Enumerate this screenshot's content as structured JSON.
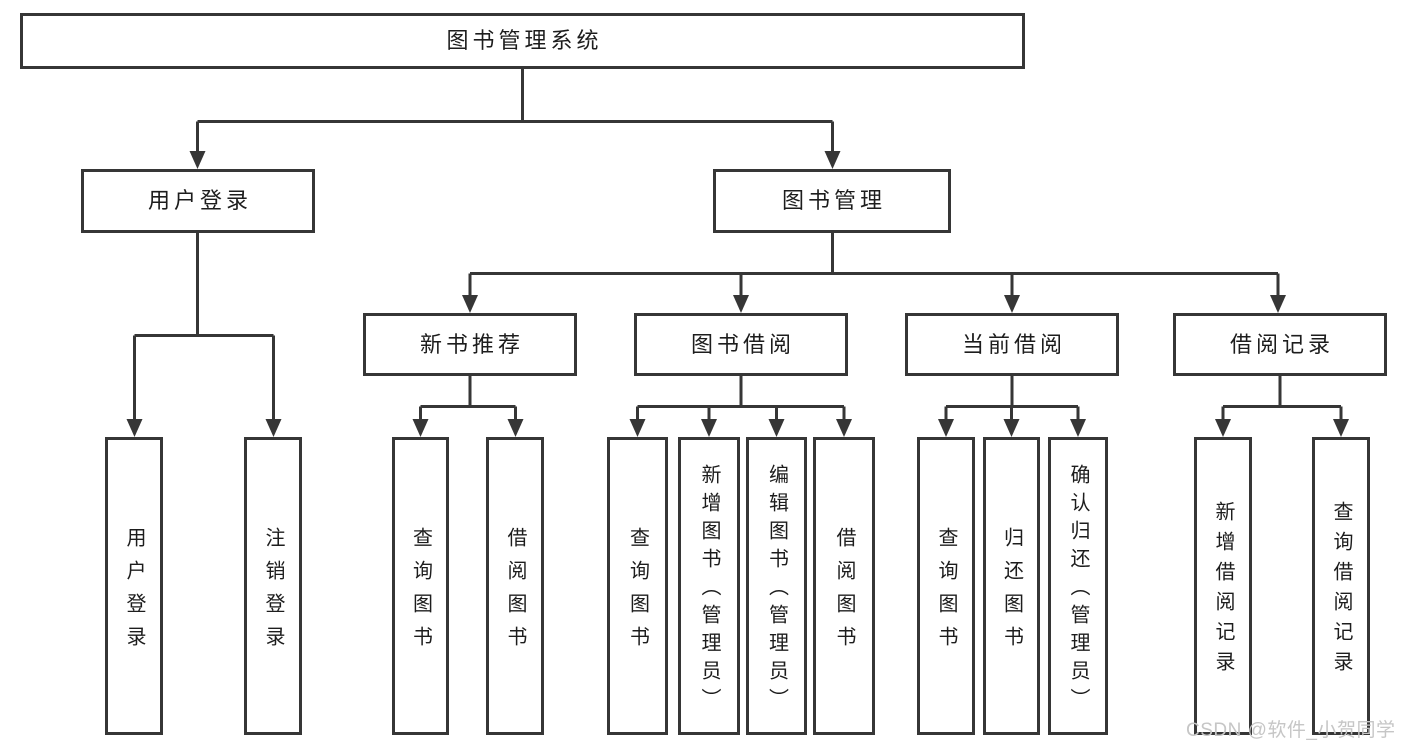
{
  "diagram": {
    "root": {
      "label": "图书管理系统"
    },
    "branches": [
      {
        "label": "用户登录",
        "leaves": [
          {
            "label": "用户登录"
          },
          {
            "label": "注销登录"
          }
        ]
      },
      {
        "label": "图书管理",
        "sections": [
          {
            "label": "新书推荐",
            "leaves": [
              {
                "label": "查询图书"
              },
              {
                "label": "借阅图书"
              }
            ]
          },
          {
            "label": "图书借阅",
            "leaves": [
              {
                "label": "查询图书"
              },
              {
                "label": "新增图书（管理员）"
              },
              {
                "label": "编辑图书（管理员）"
              },
              {
                "label": "借阅图书"
              }
            ]
          },
          {
            "label": "当前借阅",
            "leaves": [
              {
                "label": "查询图书"
              },
              {
                "label": "归还图书"
              },
              {
                "label": "确认归还（管理员）"
              }
            ]
          },
          {
            "label": "借阅记录",
            "leaves": [
              {
                "label": "新增借阅记录"
              },
              {
                "label": "查询借阅记录"
              }
            ]
          }
        ]
      }
    ],
    "watermark": "CSDN @软件_小贺同学",
    "colors": {
      "line": "#363636",
      "text": "#1d1d1d",
      "watermark": "#c6c6c6",
      "background": "#ffffff"
    }
  }
}
